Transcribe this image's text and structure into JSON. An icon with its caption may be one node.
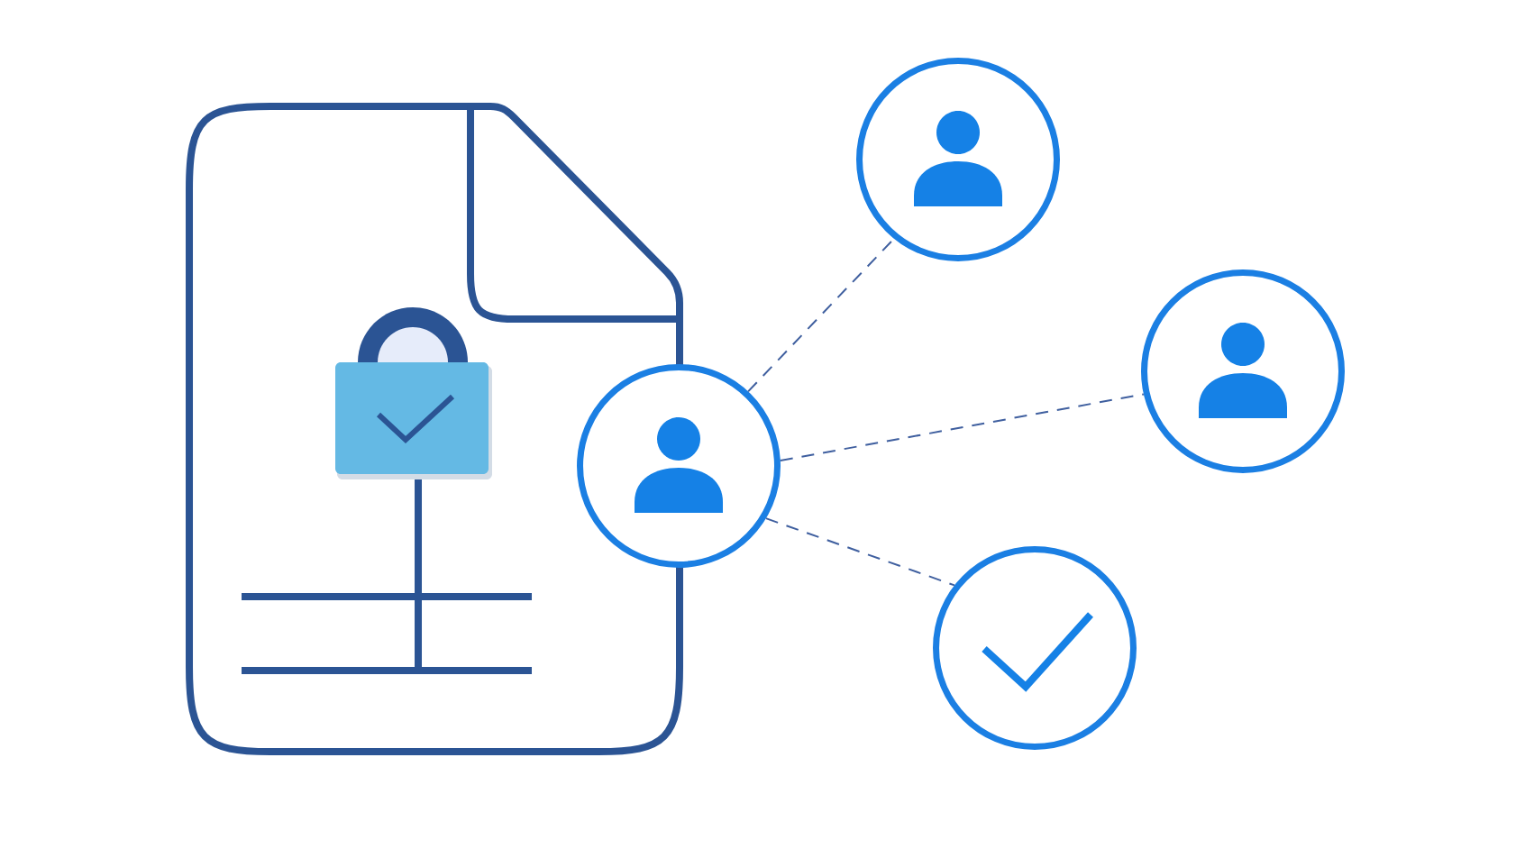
{
  "diagram": {
    "nodes": [
      {
        "text": [],
        "shape": "picture"
      },
      {
        "text": [],
        "shape": "person"
      },
      {
        "text": [],
        "shape": "person"
      },
      {
        "text": [],
        "shape": "person"
      },
      {
        "text": [],
        "shape": "circle"
      }
    ],
    "edges": [
      {
        "from": 1,
        "to": 2,
        "arrow": "none",
        "style": "dashed"
      },
      {
        "from": 1,
        "to": 3,
        "arrow": "none",
        "style": "dashed"
      },
      {
        "from": 1,
        "to": 4,
        "arrow": "none",
        "style": "dashed"
      }
    ]
  }
}
